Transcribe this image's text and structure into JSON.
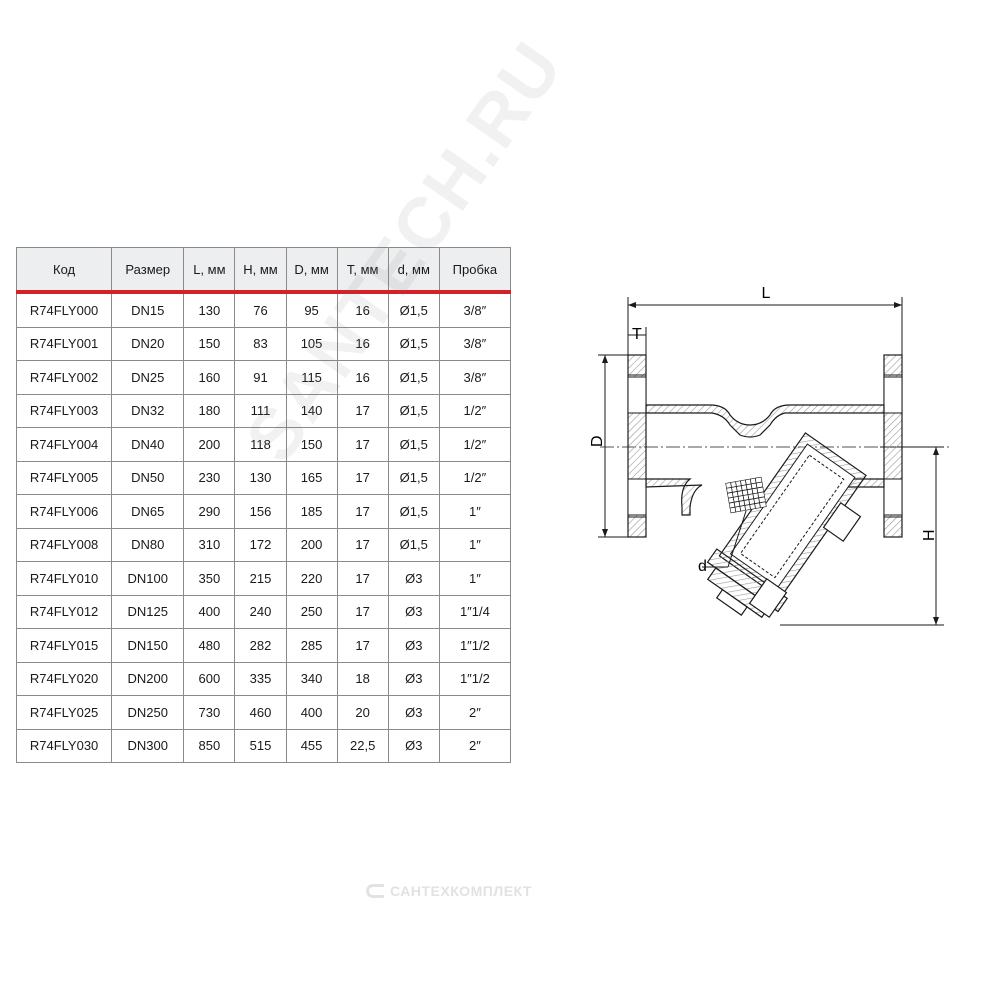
{
  "table": {
    "headers": [
      "Код",
      "Размер",
      "L, мм",
      "H, мм",
      "D, мм",
      "T, мм",
      "d, мм",
      "Пробка"
    ],
    "rows": [
      [
        "R74FLY000",
        "DN15",
        "130",
        "76",
        "95",
        "16",
        "Ø1,5",
        "3/8″"
      ],
      [
        "R74FLY001",
        "DN20",
        "150",
        "83",
        "105",
        "16",
        "Ø1,5",
        "3/8″"
      ],
      [
        "R74FLY002",
        "DN25",
        "160",
        "91",
        "115",
        "16",
        "Ø1,5",
        "3/8″"
      ],
      [
        "R74FLY003",
        "DN32",
        "180",
        "111",
        "140",
        "17",
        "Ø1,5",
        "1/2″"
      ],
      [
        "R74FLY004",
        "DN40",
        "200",
        "118",
        "150",
        "17",
        "Ø1,5",
        "1/2″"
      ],
      [
        "R74FLY005",
        "DN50",
        "230",
        "130",
        "165",
        "17",
        "Ø1,5",
        "1/2″"
      ],
      [
        "R74FLY006",
        "DN65",
        "290",
        "156",
        "185",
        "17",
        "Ø1,5",
        "1″"
      ],
      [
        "R74FLY008",
        "DN80",
        "310",
        "172",
        "200",
        "17",
        "Ø1,5",
        "1″"
      ],
      [
        "R74FLY010",
        "DN100",
        "350",
        "215",
        "220",
        "17",
        "Ø3",
        "1″"
      ],
      [
        "R74FLY012",
        "DN125",
        "400",
        "240",
        "250",
        "17",
        "Ø3",
        "1″1/4"
      ],
      [
        "R74FLY015",
        "DN150",
        "480",
        "282",
        "285",
        "17",
        "Ø3",
        "1″1/2"
      ],
      [
        "R74FLY020",
        "DN200",
        "600",
        "335",
        "340",
        "18",
        "Ø3",
        "1″1/2"
      ],
      [
        "R74FLY025",
        "DN250",
        "730",
        "460",
        "400",
        "20",
        "Ø3",
        "2″"
      ],
      [
        "R74FLY030",
        "DN300",
        "850",
        "515",
        "455",
        "22,5",
        "Ø3",
        "2″"
      ]
    ]
  },
  "drawing": {
    "labels": {
      "L": "L",
      "T": "T",
      "D": "D",
      "H": "H",
      "d": "d"
    },
    "hatch_color": "#9a9a9a",
    "line_color": "#1a1a1a"
  },
  "watermarks": {
    "brand": "САНТЕХКОМПЛЕКТ",
    "diagonal": "SANTECH.RU"
  }
}
